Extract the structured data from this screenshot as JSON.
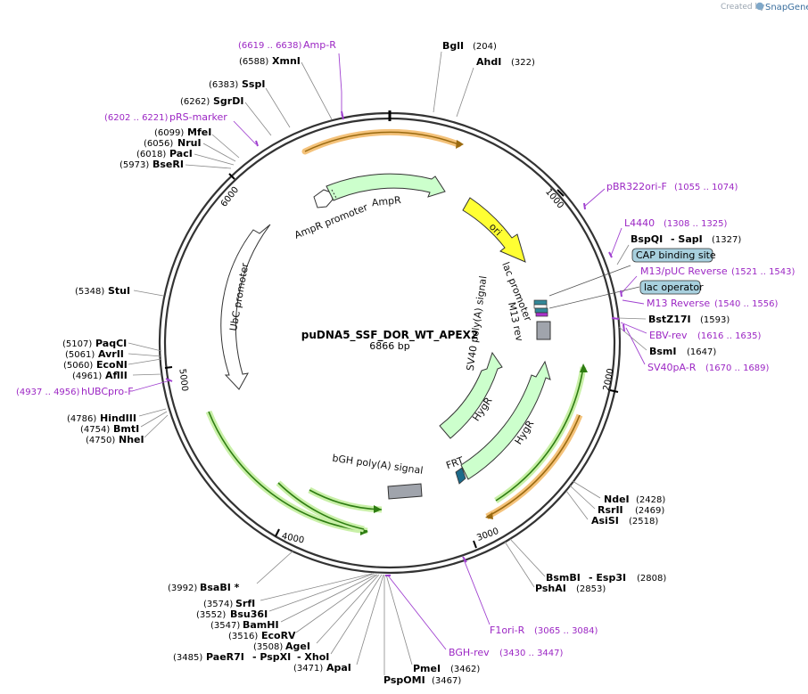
{
  "brand": {
    "prefix": "Created by",
    "name": "SnapGene"
  },
  "plasmid": {
    "name": "puDNA5_SSF_DOR_WT_APEX2",
    "length_label": "6866 bp"
  },
  "colors": {
    "backbone": "#333333",
    "primer": "#a040d0",
    "ori": "#ffff33",
    "amp_resistance_arrow": "#ccffcc",
    "hyg_resistance_arrow": "#ccffcc",
    "promoter_arrow": "#ffffff",
    "terminator": "#a0a4ac",
    "orf_green": "#2e7d12",
    "orf_orange": "#c87a20",
    "site_box": "#a8d0de"
  },
  "ticks": [
    "1000",
    "2000",
    "3000",
    "4000",
    "5000",
    "6000"
  ],
  "enzymes": [
    {
      "name": "BglI",
      "pos": "(204)"
    },
    {
      "name": "AhdI",
      "pos": "(322)"
    },
    {
      "name": "BspQI",
      "name2": "- SapI",
      "pos": "(1327)"
    },
    {
      "name": "BstZ17I",
      "pos": "(1593)"
    },
    {
      "name": "BsmI",
      "pos": "(1647)"
    },
    {
      "name": "NdeI",
      "pos": "(2428)"
    },
    {
      "name": "RsrII",
      "pos": "(2469)"
    },
    {
      "name": "AsiSI",
      "pos": "(2518)"
    },
    {
      "name": "BsmBI",
      "name2": "- Esp3I",
      "pos": "(2808)"
    },
    {
      "name": "PshAI",
      "pos": "(2853)"
    },
    {
      "name": "PmeI",
      "pos": "(3462)"
    },
    {
      "name": "PspOMI",
      "pos": "(3467)"
    },
    {
      "name": "ApaI",
      "pos": "(3471)"
    },
    {
      "name": "PaeR7I",
      "name2": "- PspXI",
      "name3": "- XhoI",
      "pos": "(3485)"
    },
    {
      "name": "AgeI",
      "pos": "(3508)"
    },
    {
      "name": "EcoRV",
      "pos": "(3516)"
    },
    {
      "name": "BamHI",
      "pos": "(3547)"
    },
    {
      "name": "Bsu36I",
      "pos": "(3552)"
    },
    {
      "name": "SrfI",
      "pos": "(3574)"
    },
    {
      "name": "BsaBI *",
      "pos": "(3992)"
    },
    {
      "name": "NheI",
      "pos": "(4750)"
    },
    {
      "name": "BmtI",
      "pos": "(4754)"
    },
    {
      "name": "HindIII",
      "pos": "(4786)"
    },
    {
      "name": "AflII",
      "pos": "(4961)"
    },
    {
      "name": "EcoNI",
      "pos": "(5060)"
    },
    {
      "name": "AvrII",
      "pos": "(5061)"
    },
    {
      "name": "PaqCI",
      "pos": "(5107)"
    },
    {
      "name": "StuI",
      "pos": "(5348)"
    },
    {
      "name": "BseRI",
      "pos": "(5973)"
    },
    {
      "name": "PacI",
      "pos": "(6018)"
    },
    {
      "name": "NruI",
      "pos": "(6056)"
    },
    {
      "name": "MfeI",
      "pos": "(6099)"
    },
    {
      "name": "SgrDI",
      "pos": "(6262)"
    },
    {
      "name": "SspI",
      "pos": "(6383)"
    },
    {
      "name": "XmnI",
      "pos": "(6588)"
    }
  ],
  "primers": [
    {
      "name": "Amp-R",
      "range": "(6619 .. 6638)"
    },
    {
      "name": "pRS-marker",
      "range": "(6202 .. 6221)"
    },
    {
      "name": "pBR322ori-F",
      "range": "(1055 .. 1074)"
    },
    {
      "name": "L4440",
      "range": "(1308 .. 1325)"
    },
    {
      "name": "M13/pUC Reverse",
      "range": "(1521 .. 1543)"
    },
    {
      "name": "M13 Reverse",
      "range": "(1540 .. 1556)"
    },
    {
      "name": "EBV-rev",
      "range": "(1616 .. 1635)"
    },
    {
      "name": "SV40pA-R",
      "range": "(1670 .. 1689)"
    },
    {
      "name": "F1ori-R",
      "range": "(3065 .. 3084)"
    },
    {
      "name": "BGH-rev",
      "range": "(3430 .. 3447)"
    },
    {
      "name": "hUBCpro-F",
      "range": "(4937 .. 4956)"
    }
  ],
  "site_boxes": [
    {
      "name": "CAP binding site"
    },
    {
      "name": "lac operator"
    }
  ],
  "features": [
    {
      "name": "AmpR"
    },
    {
      "name": "AmpR promoter"
    },
    {
      "name": "ori"
    },
    {
      "name": "lac promoter"
    },
    {
      "name": "M13 rev"
    },
    {
      "name": "SV40 poly(A) signal"
    },
    {
      "name": "HygR"
    },
    {
      "name": "HygR"
    },
    {
      "name": "FRT"
    },
    {
      "name": "bGH poly(A) signal"
    },
    {
      "name": "UbC promoter"
    }
  ]
}
